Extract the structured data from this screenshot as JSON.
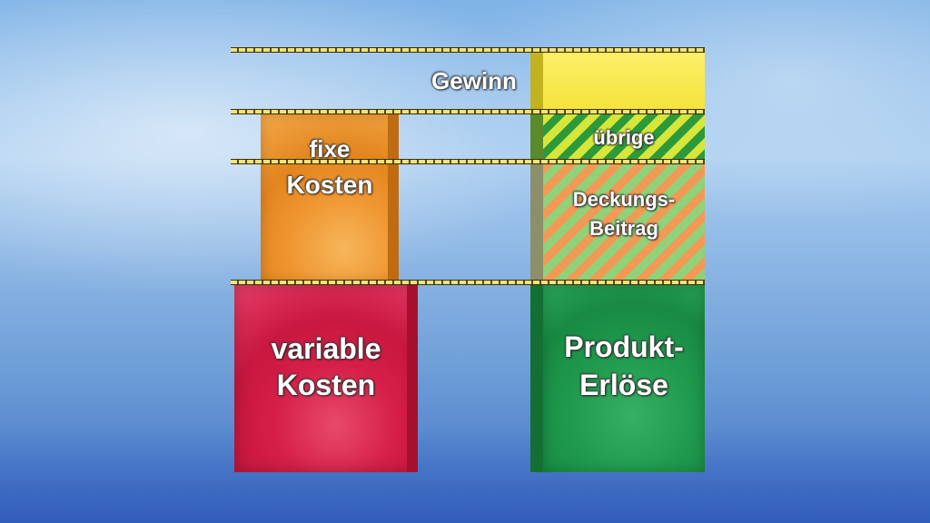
{
  "labels": {
    "gewinn": "Gewinn",
    "fixe_line1": "fixe",
    "fixe_line2": "Kosten",
    "uebrige": "übrige",
    "deckung_line1": "Deckungs-",
    "deckung_line2": "Beitrag",
    "variable_line1": "variable",
    "variable_line2": "Kosten",
    "produkt_line1": "Produkt-",
    "produkt_line2": "Erlöse"
  },
  "colors": {
    "variable_kosten": "#d8234e",
    "fixe_kosten": "#f09a35",
    "produkt_erloese": "#1f9a4d",
    "deckungsbeitrag_stripe_a": "#f29a55",
    "deckungsbeitrag_stripe_b": "#8fd27a",
    "uebrige_stripe_a": "#d7e63a",
    "uebrige_stripe_b": "#2c9a3a",
    "gewinn": "#f7e640",
    "dashed_line": "#f1e27a"
  },
  "icons": {
    "dividers": "dashed-horizontal-line"
  }
}
